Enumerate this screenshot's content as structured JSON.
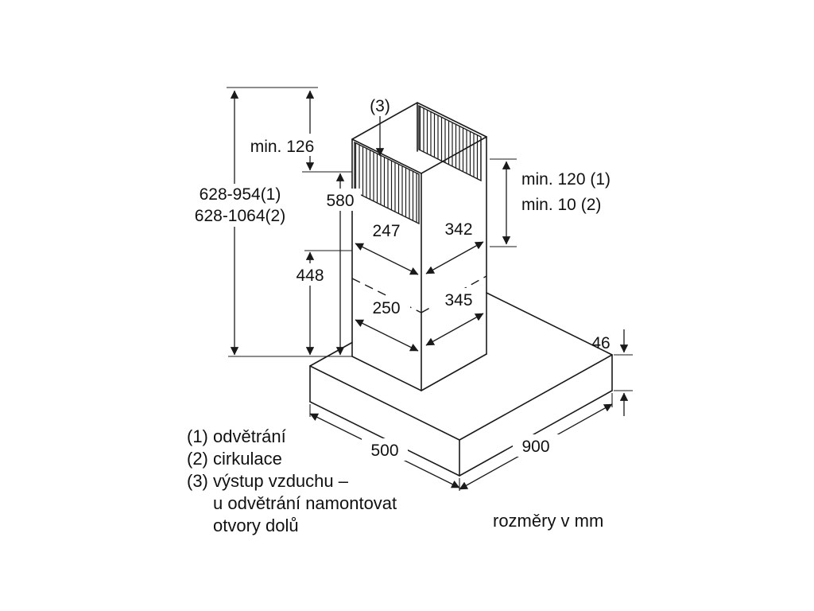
{
  "figure": {
    "units_note": "rozměry v mm",
    "callout_3": "(3)",
    "dimensions": {
      "overall_height_vent": "628-954(1)",
      "overall_height_recirc": "628-1064(2)",
      "min_top_clearance": "min. 126",
      "chimney_upper_height": "580",
      "chimney_lower_height": "448",
      "chimney_upper_width": "247",
      "chimney_upper_depth": "342",
      "chimney_lower_width": "250",
      "chimney_lower_depth": "345",
      "min_vent": "min. 120 (1)",
      "min_recirc": "min. 10 (2)",
      "canopy_height": "46",
      "canopy_depth": "500",
      "canopy_width": "900"
    },
    "legend": [
      "(1) odvětrání",
      "(2) cirkulace",
      "(3) výstup vzduchu –",
      "u odvětrání namontovat",
      "otvory dolů"
    ],
    "colors": {
      "line": "#1a1a1a",
      "background": "#ffffff"
    }
  }
}
